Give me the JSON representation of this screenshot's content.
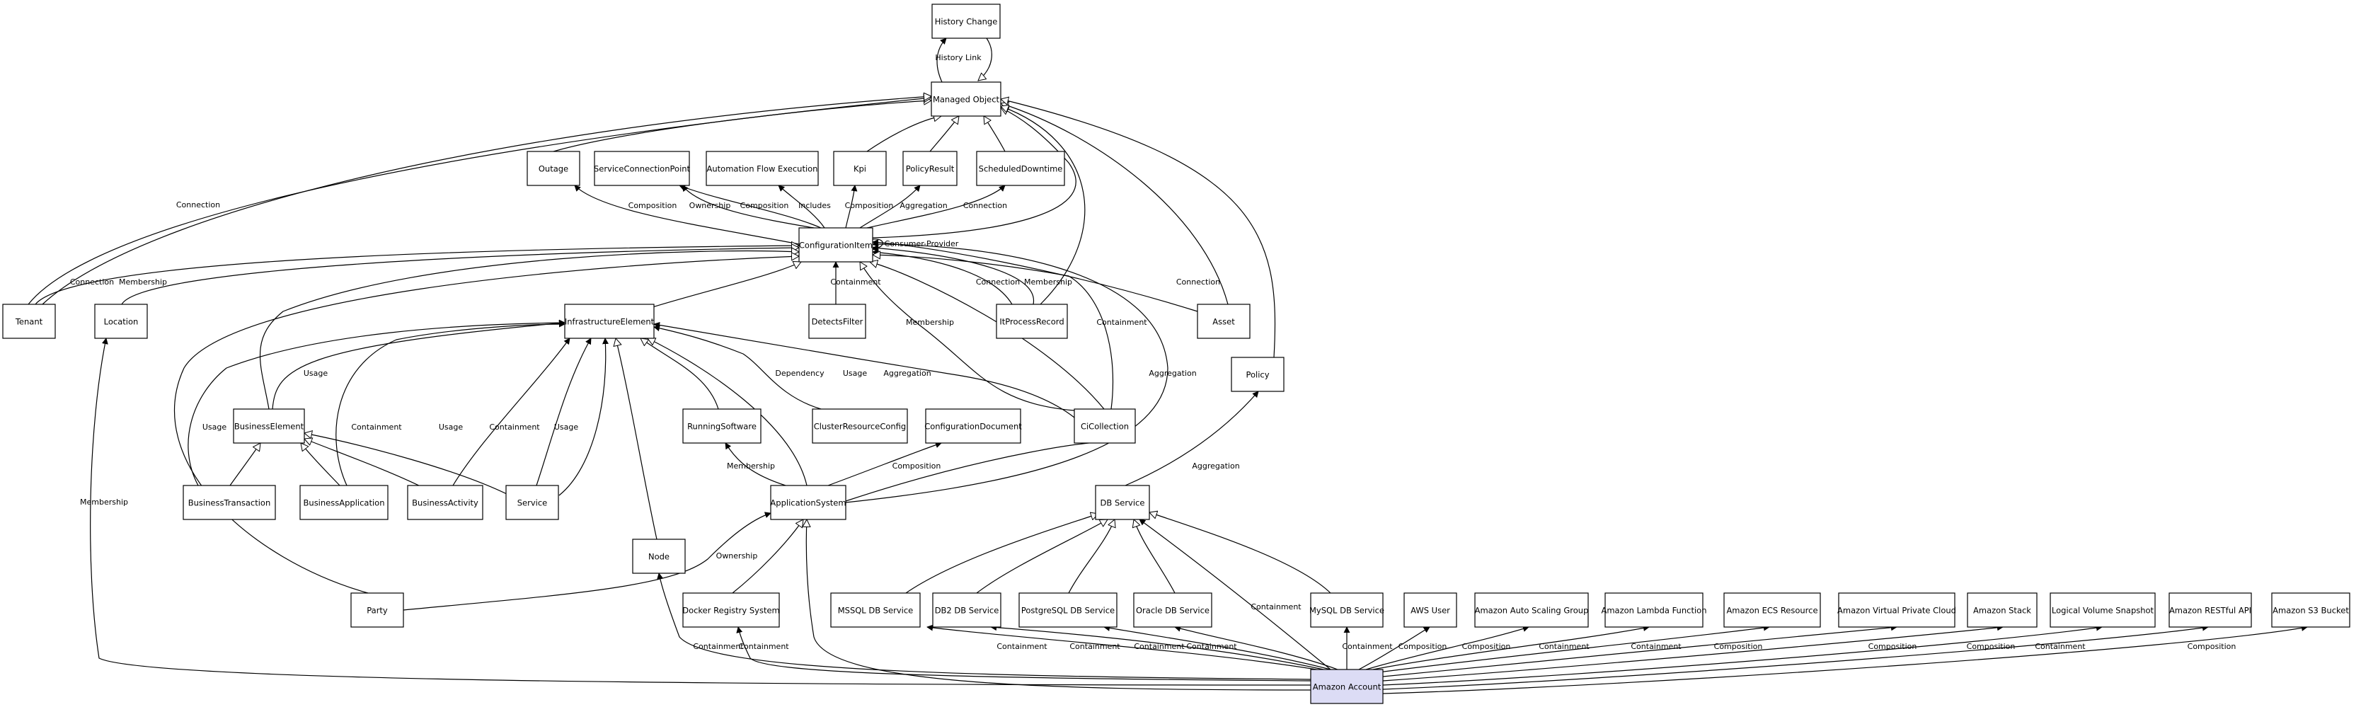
{
  "diagram": {
    "nodes": [
      {
        "id": "history_change",
        "label": "History Change"
      },
      {
        "id": "managed_object",
        "label": "Managed Object"
      },
      {
        "id": "outage",
        "label": "Outage"
      },
      {
        "id": "service_connection_point",
        "label": "ServiceConnectionPoint"
      },
      {
        "id": "automation_flow_execution",
        "label": "Automation Flow Execution"
      },
      {
        "id": "kpi",
        "label": "Kpi"
      },
      {
        "id": "policy_result",
        "label": "PolicyResult"
      },
      {
        "id": "scheduled_downtime",
        "label": "ScheduledDowntime"
      },
      {
        "id": "configuration_item",
        "label": "ConfigurationItem"
      },
      {
        "id": "tenant",
        "label": "Tenant"
      },
      {
        "id": "location",
        "label": "Location"
      },
      {
        "id": "detectsfilter",
        "label": "DetectsFilter"
      },
      {
        "id": "it_process_record",
        "label": "ItProcessRecord"
      },
      {
        "id": "asset",
        "label": "Asset"
      },
      {
        "id": "infrastructure_element",
        "label": "InfrastructureElement"
      },
      {
        "id": "policy",
        "label": "Policy"
      },
      {
        "id": "business_element",
        "label": "BusinessElement"
      },
      {
        "id": "running_software",
        "label": "RunningSoftware"
      },
      {
        "id": "cluster_resource_config",
        "label": "ClusterResourceConfig"
      },
      {
        "id": "configuration_document",
        "label": "ConfigurationDocument"
      },
      {
        "id": "ci_collection",
        "label": "CiCollection"
      },
      {
        "id": "business_transaction",
        "label": "BusinessTransaction"
      },
      {
        "id": "business_application",
        "label": "BusinessApplication"
      },
      {
        "id": "business_activity",
        "label": "BusinessActivity"
      },
      {
        "id": "service",
        "label": "Service"
      },
      {
        "id": "application_system",
        "label": "ApplicationSystem"
      },
      {
        "id": "db_service",
        "label": "DB Service"
      },
      {
        "id": "node",
        "label": "Node"
      },
      {
        "id": "party",
        "label": "Party"
      },
      {
        "id": "docker_registry_system",
        "label": "Docker Registry System"
      },
      {
        "id": "mssql_db_service",
        "label": "MSSQL DB Service"
      },
      {
        "id": "db2_db_service",
        "label": "DB2 DB Service"
      },
      {
        "id": "postgresql_db_service",
        "label": "PostgreSQL DB Service"
      },
      {
        "id": "oracle_db_service",
        "label": "Oracle DB Service"
      },
      {
        "id": "mysql_db_service",
        "label": "MySQL DB Service"
      },
      {
        "id": "aws_user",
        "label": "AWS User"
      },
      {
        "id": "amazon_auto_scaling_group",
        "label": "Amazon Auto Scaling Group"
      },
      {
        "id": "amazon_lambda_function",
        "label": "Amazon Lambda Function"
      },
      {
        "id": "amazon_ecs_resource",
        "label": "Amazon ECS Resource"
      },
      {
        "id": "amazon_vpc",
        "label": "Amazon Virtual Private Cloud"
      },
      {
        "id": "amazon_stack",
        "label": "Amazon Stack"
      },
      {
        "id": "logical_volume_snapshot",
        "label": "Logical Volume Snapshot"
      },
      {
        "id": "amazon_restful_api",
        "label": "Amazon RESTful API"
      },
      {
        "id": "amazon_s3_bucket",
        "label": "Amazon S3 Bucket"
      },
      {
        "id": "amazon_account",
        "label": "Amazon Account"
      }
    ],
    "edges": [
      {
        "id": "e_hist_up",
        "label": "",
        "kind": "generalization"
      },
      {
        "id": "e_history_link",
        "label": "History Link",
        "kind": "association"
      },
      {
        "id": "e_outage_mo",
        "label": "",
        "kind": "generalization"
      },
      {
        "id": "e_kpi_mo",
        "label": "",
        "kind": "generalization"
      },
      {
        "id": "e_pr_mo",
        "label": "",
        "kind": "generalization"
      },
      {
        "id": "e_sd_mo",
        "label": "",
        "kind": "generalization"
      },
      {
        "id": "e_ci_mo",
        "label": "",
        "kind": "generalization"
      },
      {
        "id": "e_tenant_mo",
        "label": "",
        "kind": "generalization"
      },
      {
        "id": "e_tenant_mo_conn",
        "label": "Connection",
        "kind": "association"
      },
      {
        "id": "e_asset_mo",
        "label": "",
        "kind": "generalization"
      },
      {
        "id": "e_policy_mo",
        "label": "",
        "kind": "generalization"
      },
      {
        "id": "e_itpr_mo",
        "label": "",
        "kind": "generalization"
      },
      {
        "id": "e_ci_outage",
        "label": "Composition",
        "kind": "association"
      },
      {
        "id": "e_ci_scp_own",
        "label": "Ownership",
        "kind": "association"
      },
      {
        "id": "e_ci_scp_comp",
        "label": "Composition",
        "kind": "association"
      },
      {
        "id": "e_ci_afe",
        "label": "Includes",
        "kind": "association"
      },
      {
        "id": "e_ci_kpi",
        "label": "Composition",
        "kind": "association"
      },
      {
        "id": "e_ci_pr",
        "label": "Aggregation",
        "kind": "association"
      },
      {
        "id": "e_ci_sd",
        "label": "Connection",
        "kind": "association"
      },
      {
        "id": "e_ci_self",
        "label": "Consumer-Provider",
        "kind": "association"
      },
      {
        "id": "e_tenant_ci",
        "label": "Connection",
        "kind": "association"
      },
      {
        "id": "e_location_ci",
        "label": "Membership",
        "kind": "association"
      },
      {
        "id": "e_df_ci",
        "label": "Containment",
        "kind": "association"
      },
      {
        "id": "e_itpr_ci_conn",
        "label": "Connection",
        "kind": "association"
      },
      {
        "id": "e_itpr_ci_memb",
        "label": "Membership",
        "kind": "association"
      },
      {
        "id": "e_asset_ci",
        "label": "Connection",
        "kind": "association"
      },
      {
        "id": "e_ie_ci",
        "label": "",
        "kind": "generalization"
      },
      {
        "id": "e_be_ci",
        "label": "",
        "kind": "generalization"
      },
      {
        "id": "e_party_ci",
        "label": "",
        "kind": "generalization"
      },
      {
        "id": "e_cic_ci",
        "label": "",
        "kind": "generalization"
      },
      {
        "id": "e_cic_ci_memb",
        "label": "Membership",
        "kind": "association"
      },
      {
        "id": "e_cic_ci_cont",
        "label": "Containment",
        "kind": "association"
      },
      {
        "id": "e_as_ci",
        "label": "Aggregation",
        "kind": "association"
      },
      {
        "id": "e_as_cic",
        "label": "Aggregation",
        "kind": "association"
      },
      {
        "id": "e_be_ie",
        "label": "Usage",
        "kind": "association"
      },
      {
        "id": "e_bt_ie",
        "label": "Usage",
        "kind": "association"
      },
      {
        "id": "e_ba_ie",
        "label": "Containment",
        "kind": "association"
      },
      {
        "id": "e_bact_ie",
        "label": "Usage",
        "kind": "association"
      },
      {
        "id": "e_service_ie1",
        "label": "Containment",
        "kind": "association"
      },
      {
        "id": "e_service_ie2",
        "label": "Usage",
        "kind": "association"
      },
      {
        "id": "e_node_ie",
        "label": "",
        "kind": "generalization"
      },
      {
        "id": "e_rs_ie",
        "label": "",
        "kind": "generalization"
      },
      {
        "id": "e_as_ie",
        "label": "",
        "kind": "generalization"
      },
      {
        "id": "e_crc_ie",
        "label": "Dependency",
        "kind": "association"
      },
      {
        "id": "e_cic_ie",
        "label": "Usage",
        "kind": "association"
      },
      {
        "id": "e_bt_be",
        "label": "",
        "kind": "generalization"
      },
      {
        "id": "e_ba_be",
        "label": "",
        "kind": "generalization"
      },
      {
        "id": "e_bact_be",
        "label": "",
        "kind": "generalization"
      },
      {
        "id": "e_service_be",
        "label": "",
        "kind": "generalization"
      },
      {
        "id": "e_as_rs",
        "label": "Membership",
        "kind": "association"
      },
      {
        "id": "e_as_cd",
        "label": "Composition",
        "kind": "association"
      },
      {
        "id": "e_dbs_policy",
        "label": "Aggregation",
        "kind": "association"
      },
      {
        "id": "e_party_as",
        "label": "Ownership",
        "kind": "association"
      },
      {
        "id": "e_drs_as",
        "label": "",
        "kind": "generalization"
      },
      {
        "id": "e_mssql_dbs",
        "label": "",
        "kind": "generalization"
      },
      {
        "id": "e_db2_dbs",
        "label": "",
        "kind": "generalization"
      },
      {
        "id": "e_pg_dbs",
        "label": "",
        "kind": "generalization"
      },
      {
        "id": "e_ora_dbs",
        "label": "",
        "kind": "generalization"
      },
      {
        "id": "e_mysql_dbs",
        "label": "",
        "kind": "generalization"
      },
      {
        "id": "e_aa_location",
        "label": "Membership",
        "kind": "association"
      },
      {
        "id": "e_aa_node",
        "label": "Containment",
        "kind": "association"
      },
      {
        "id": "e_aa_drs",
        "label": "Containment",
        "kind": "association"
      },
      {
        "id": "e_aa_as",
        "label": "",
        "kind": "generalization"
      },
      {
        "id": "e_aa_mssql",
        "label": "Containment",
        "kind": "association"
      },
      {
        "id": "e_aa_db2",
        "label": "Containment",
        "kind": "association"
      },
      {
        "id": "e_aa_pg",
        "label": "Containment",
        "kind": "association"
      },
      {
        "id": "e_aa_ora",
        "label": "Containment",
        "kind": "association"
      },
      {
        "id": "e_aa_dbs",
        "label": "Containment",
        "kind": "association"
      },
      {
        "id": "e_aa_mysql",
        "label": "Containment",
        "kind": "association"
      },
      {
        "id": "e_aa_awsuser",
        "label": "Composition",
        "kind": "association"
      },
      {
        "id": "e_aa_asg",
        "label": "Composition",
        "kind": "association"
      },
      {
        "id": "e_aa_lambda",
        "label": "Containment",
        "kind": "association"
      },
      {
        "id": "e_aa_ecs",
        "label": "Containment",
        "kind": "association"
      },
      {
        "id": "e_aa_vpc",
        "label": "Composition",
        "kind": "association"
      },
      {
        "id": "e_aa_stack",
        "label": "Composition",
        "kind": "association"
      },
      {
        "id": "e_aa_lvs",
        "label": "Composition",
        "kind": "association"
      },
      {
        "id": "e_aa_api",
        "label": "Containment",
        "kind": "association"
      },
      {
        "id": "e_aa_s3",
        "label": "Composition",
        "kind": "association"
      }
    ],
    "highlight_node": "amazon_account",
    "colors": {
      "node_fill": "#ffffff",
      "node_stroke": "#000000",
      "highlight_fill": "#dcdcf5",
      "edge": "#000000",
      "background": "#ffffff"
    }
  }
}
